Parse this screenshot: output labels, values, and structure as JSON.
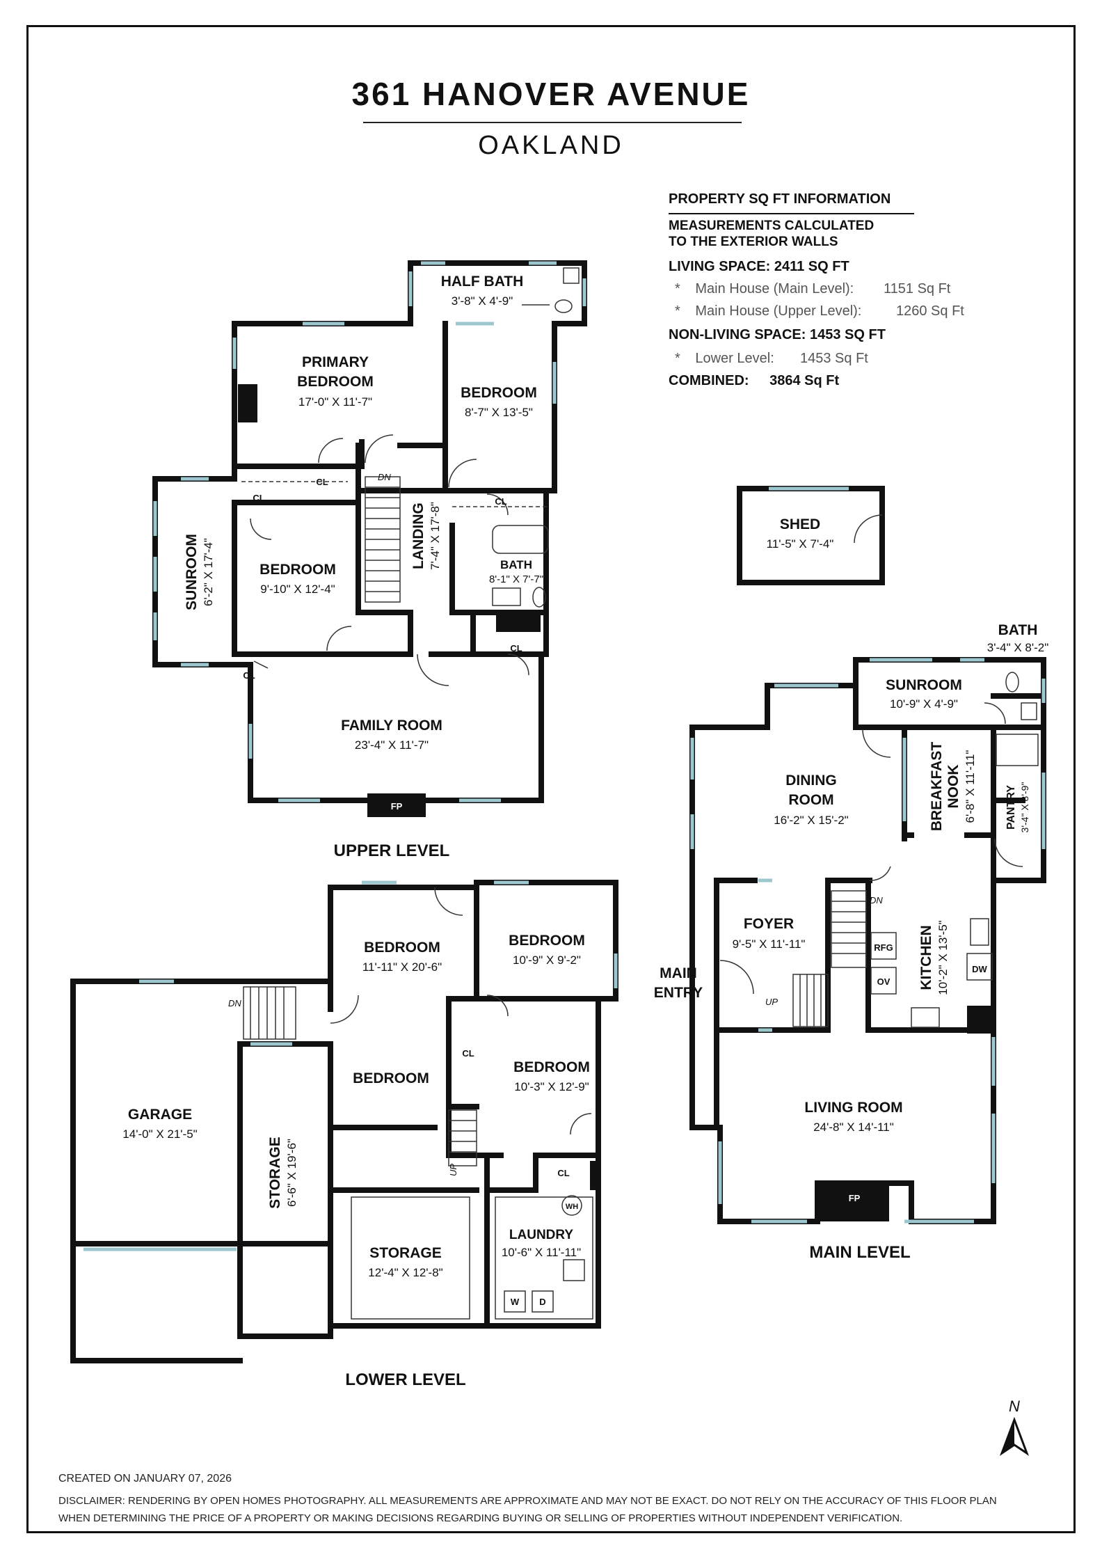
{
  "header": {
    "address": "361 HANOVER AVENUE",
    "city": "OAKLAND"
  },
  "info": {
    "heading": "PROPERTY SQ FT INFORMATION",
    "measure_line1": "MEASUREMENTS CALCULATED",
    "measure_line2": "TO THE EXTERIOR WALLS",
    "living_label": "LIVING SPACE: 2411 SQ FT",
    "main_level_label": "Main House (Main Level):",
    "main_level_value": "1151 Sq Ft",
    "upper_level_label": "Main House (Upper Level):",
    "upper_level_value": "1260 Sq Ft",
    "nonliving_label": "NON-LIVING SPACE: 1453 SQ FT",
    "lower_level_label": "Lower Level:",
    "lower_level_value": "1453 Sq Ft",
    "combined_label": "COMBINED:",
    "combined_value": "3864  Sq Ft",
    "bullet": "*"
  },
  "levels": {
    "upper": "UPPER LEVEL",
    "main": "MAIN LEVEL",
    "lower": "LOWER LEVEL"
  },
  "rooms": {
    "half_bath": {
      "name": "HALF BATH",
      "dims": "3'-8\" X 4'-9\""
    },
    "primary_bedroom": {
      "name1": "PRIMARY",
      "name2": "BEDROOM",
      "dims": "17'-0\" X 11'-7\""
    },
    "upper_bedroom_right": {
      "name": "BEDROOM",
      "dims": "8'-7\" X 13'-5\""
    },
    "upper_bedroom_left": {
      "name": "BEDROOM",
      "dims": "9'-10\" X 12'-4\""
    },
    "upper_sunroom": {
      "name": "SUNROOM",
      "dims": "6'-2\" X 17'-4\""
    },
    "landing": {
      "name": "LANDING",
      "dims": "7'-4\" X 17'-8\""
    },
    "upper_bath": {
      "name": "BATH",
      "dims": "8'-1\" X 7'-7\""
    },
    "family_room": {
      "name": "FAMILY ROOM",
      "dims": "23'-4\" X 11'-7\""
    },
    "shed": {
      "name": "SHED",
      "dims": "11'-5\" X 7'-4\""
    },
    "main_bath": {
      "name": "BATH",
      "dims": "3'-4\" X 8'-2\""
    },
    "main_sunroom": {
      "name": "SUNROOM",
      "dims": "10'-9\" X 4'-9\""
    },
    "dining_room": {
      "name1": "DINING",
      "name2": "ROOM",
      "dims": "16'-2\" X 15'-2\""
    },
    "breakfast_nook": {
      "name1": "BREAKFAST",
      "name2": "NOOK",
      "dims": "6'-8\" X 11'-11\""
    },
    "pantry": {
      "name": "PANTRY",
      "dims": "3'-4\" X 8'-9\""
    },
    "foyer": {
      "name": "FOYER",
      "dims": "9'-5\" X 11'-11\""
    },
    "kitchen": {
      "name": "KITCHEN",
      "dims": "10'-2\" X 13'-5\""
    },
    "living_room": {
      "name": "LIVING ROOM",
      "dims": "24'-8\" X 14'-11\""
    },
    "main_entry": {
      "line1": "MAIN",
      "line2": "ENTRY"
    },
    "garage": {
      "name": "GARAGE",
      "dims": "14'-0\" X 21'-5\""
    },
    "storage_narrow": {
      "name": "STORAGE",
      "dims": "6'-6\" X 19'-6\""
    },
    "lower_bedroom_a": {
      "name": "BEDROOM",
      "dims": "11'-11\" X 20'-6\""
    },
    "lower_bedroom_b": {
      "name": "BEDROOM",
      "dims": "10'-9\" X 9'-2\""
    },
    "lower_bedroom_c": {
      "name": "BEDROOM"
    },
    "lower_bedroom_d": {
      "name": "BEDROOM",
      "dims": "10'-3\" X 12'-9\""
    },
    "storage_lower": {
      "name": "STORAGE",
      "dims": "12'-4\" X 12'-8\""
    },
    "laundry": {
      "name": "LAUNDRY",
      "dims": "10'-6\" X 11'-11\""
    }
  },
  "fixtures": {
    "closet": "CL",
    "fireplace": "FP",
    "refrigerator": "RFG",
    "oven": "OV",
    "dishwasher": "DW",
    "water_heater": "WH",
    "washer": "W",
    "dryer": "D",
    "stair_down": "DN",
    "stair_up": "UP"
  },
  "compass": {
    "label": "N"
  },
  "footer": {
    "created": "CREATED ON JANUARY 07, 2026",
    "disclaimer1": "DISCLAIMER: RENDERING BY OPEN HOMES PHOTOGRAPHY. ALL MEASUREMENTS ARE APPROXIMATE AND MAY NOT BE EXACT. DO NOT RELY ON THE ACCURACY OF THIS FLOOR PLAN",
    "disclaimer2": "WHEN DETERMINING THE PRICE OF A PROPERTY OR MAKING DECISIONS REGARDING BUYING OR SELLING OF PROPERTIES WITHOUT INDEPENDENT VERIFICATION."
  },
  "colors": {
    "wall": "#111111",
    "window": "#9cc7cf",
    "text": "#111111"
  }
}
